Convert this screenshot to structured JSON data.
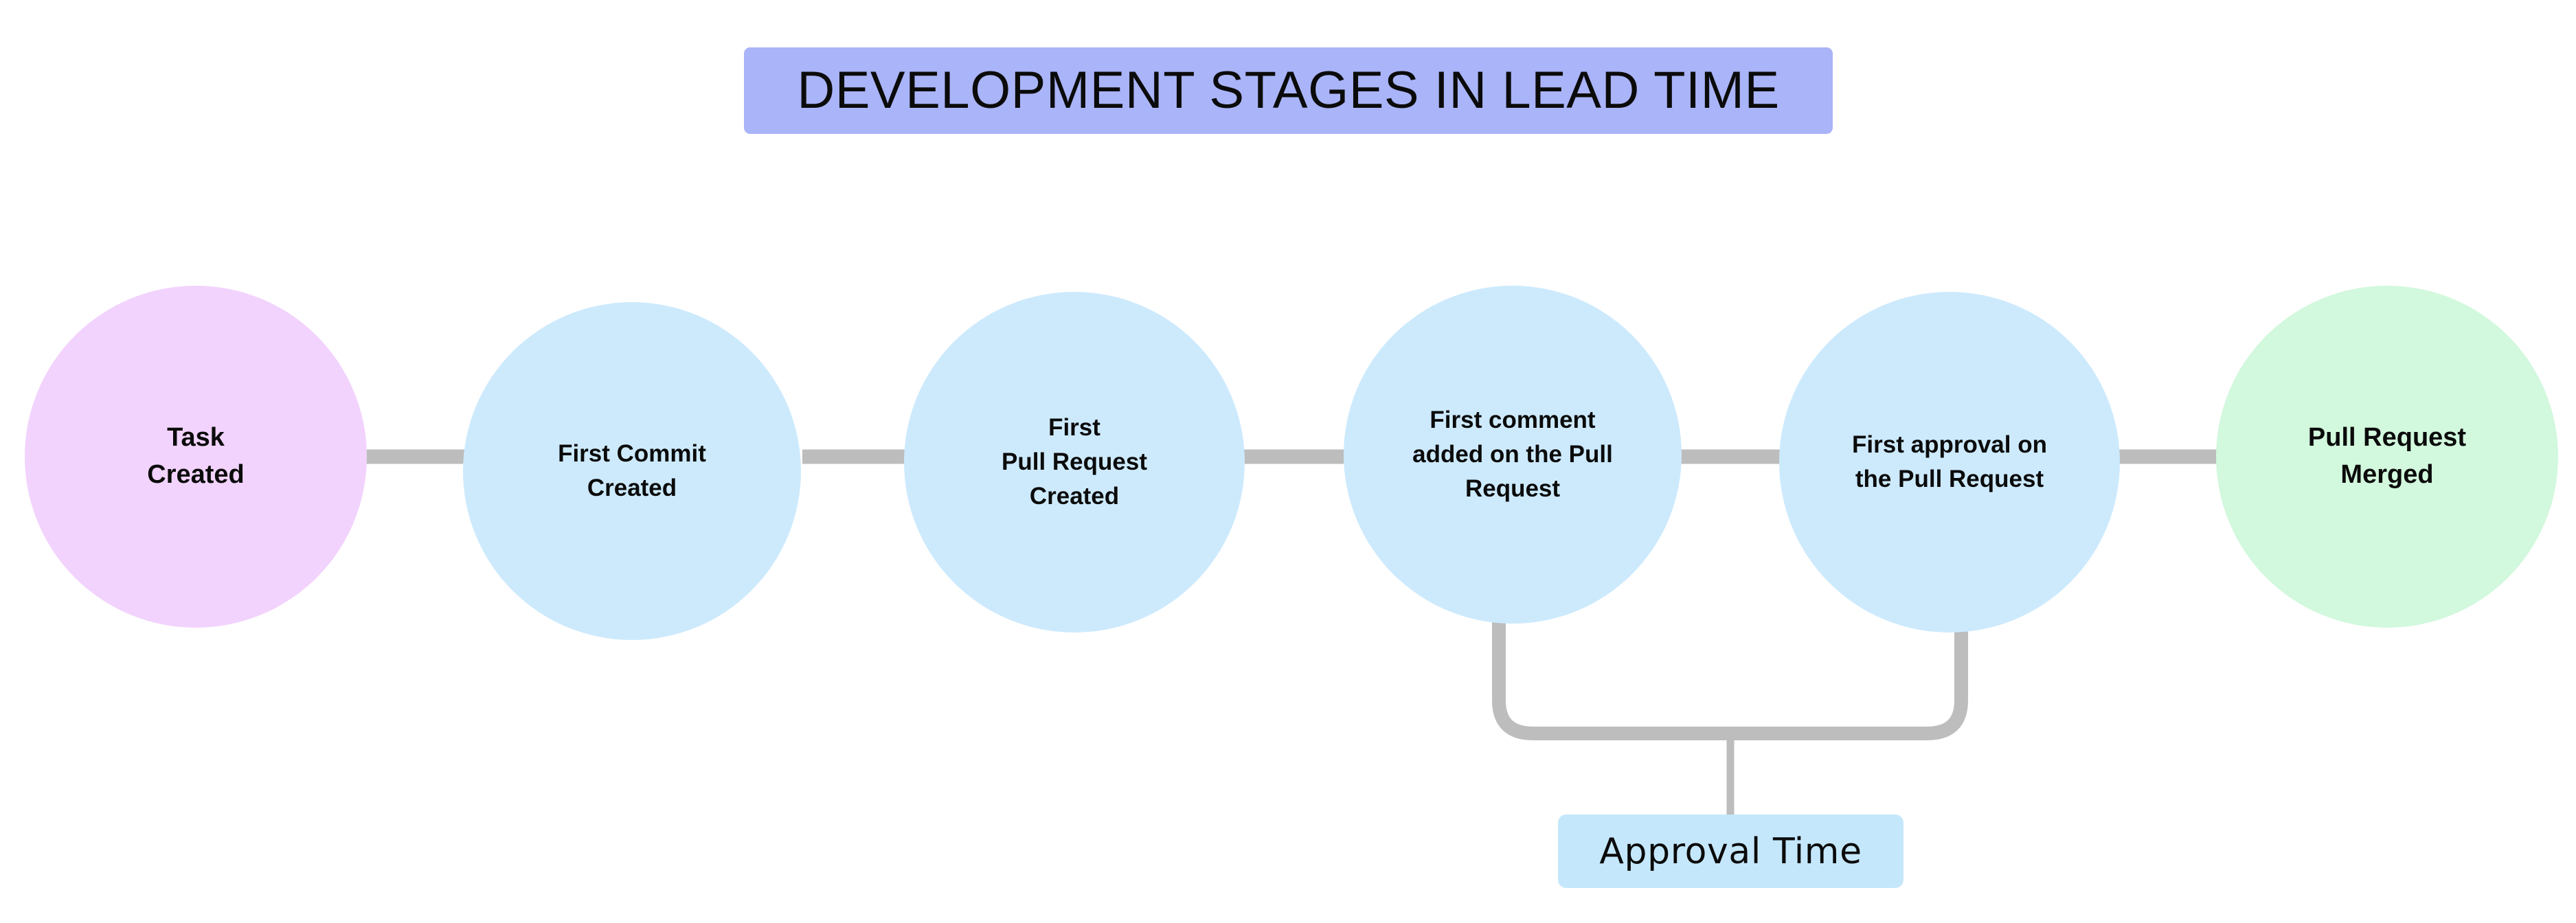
{
  "diagram": {
    "title": "DEVELOPMENT STAGES IN LEAD TIME",
    "title_background_color": "#aab4f8",
    "background_color": "#ffffff",
    "connector_color": "#bdbdbd",
    "stages": [
      {
        "id": "task-created",
        "label": "Task\nCreated",
        "color": "#f2d3fd",
        "order": 1
      },
      {
        "id": "first-commit-created",
        "label": "First Commit\nCreated",
        "color": "#cdeafd",
        "order": 2
      },
      {
        "id": "first-pull-request-created",
        "label": "First\nPull Request\nCreated",
        "color": "#cdeafd",
        "order": 3
      },
      {
        "id": "first-comment-on-pull-request",
        "label": "First comment\nadded on the Pull\nRequest",
        "color": "#cdeafd",
        "order": 4
      },
      {
        "id": "first-approval-on-pull-request",
        "label": "First approval on\nthe Pull Request",
        "color": "#cdeafd",
        "order": 5
      },
      {
        "id": "pull-request-merged",
        "label": "Pull Request\nMerged",
        "color": "#d2f8dd",
        "order": 6
      }
    ],
    "measures": [
      {
        "id": "approval-time",
        "label": "Approval Time",
        "color": "#c5e7fb",
        "from_stage": "first-comment-on-pull-request",
        "to_stage": "first-approval-on-pull-request"
      }
    ]
  }
}
